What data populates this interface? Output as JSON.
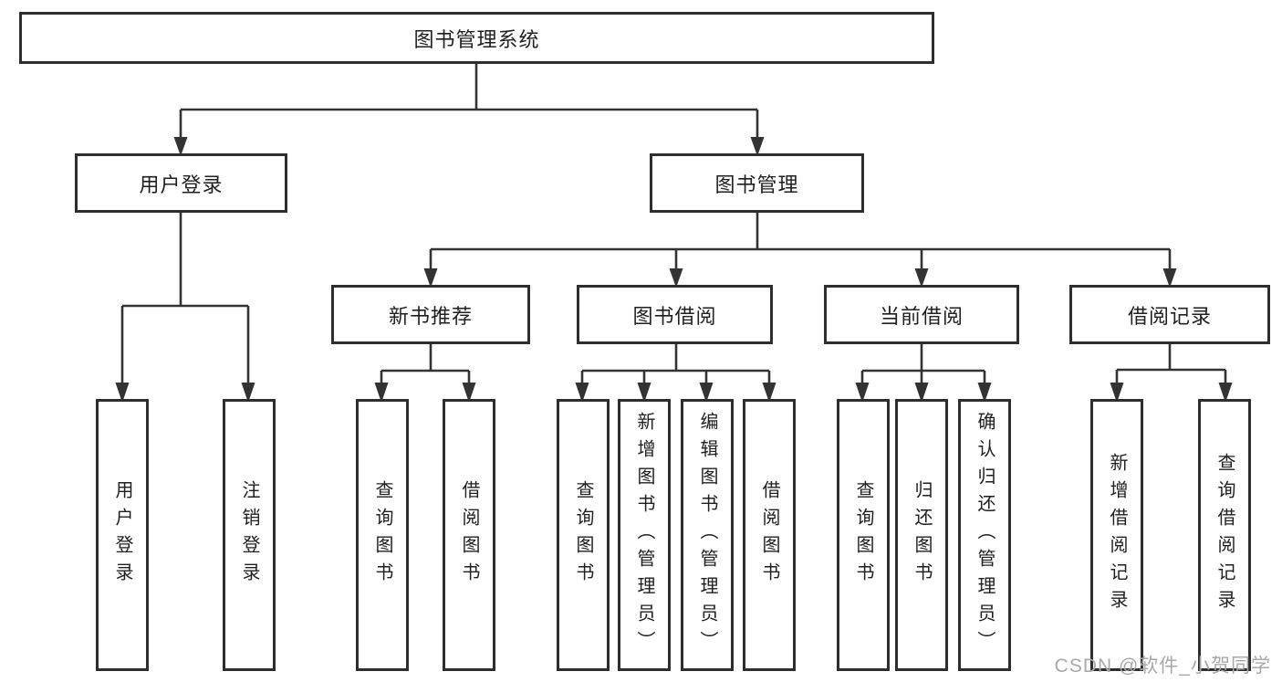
{
  "colors": {
    "background": "#ffffff",
    "line": "#333333",
    "box_border": "#2e2e2e",
    "text": "#1f1f1f",
    "watermark": "#a8a8a8"
  },
  "diagram": {
    "root": {
      "label": "图书管理系统"
    },
    "branches": [
      {
        "label": "用户登录",
        "children": [
          {
            "label": "用户登录"
          },
          {
            "label": "注销登录"
          }
        ]
      },
      {
        "label": "图书管理",
        "sections": [
          {
            "label": "新书推荐",
            "children": [
              {
                "label": "查询图书"
              },
              {
                "label": "借阅图书"
              }
            ]
          },
          {
            "label": "图书借阅",
            "children": [
              {
                "label": "查询图书"
              },
              {
                "label": "新增图书（管理员）"
              },
              {
                "label": "编辑图书（管理员）"
              },
              {
                "label": "借阅图书"
              }
            ]
          },
          {
            "label": "当前借阅",
            "children": [
              {
                "label": "查询图书"
              },
              {
                "label": "归还图书"
              },
              {
                "label": "确认归还（管理员）"
              }
            ]
          },
          {
            "label": "借阅记录",
            "children": [
              {
                "label": "新增借阅记录"
              },
              {
                "label": "查询借阅记录"
              }
            ]
          }
        ]
      }
    ]
  },
  "watermark": {
    "text": "CSDN @软件_小贺同学"
  }
}
